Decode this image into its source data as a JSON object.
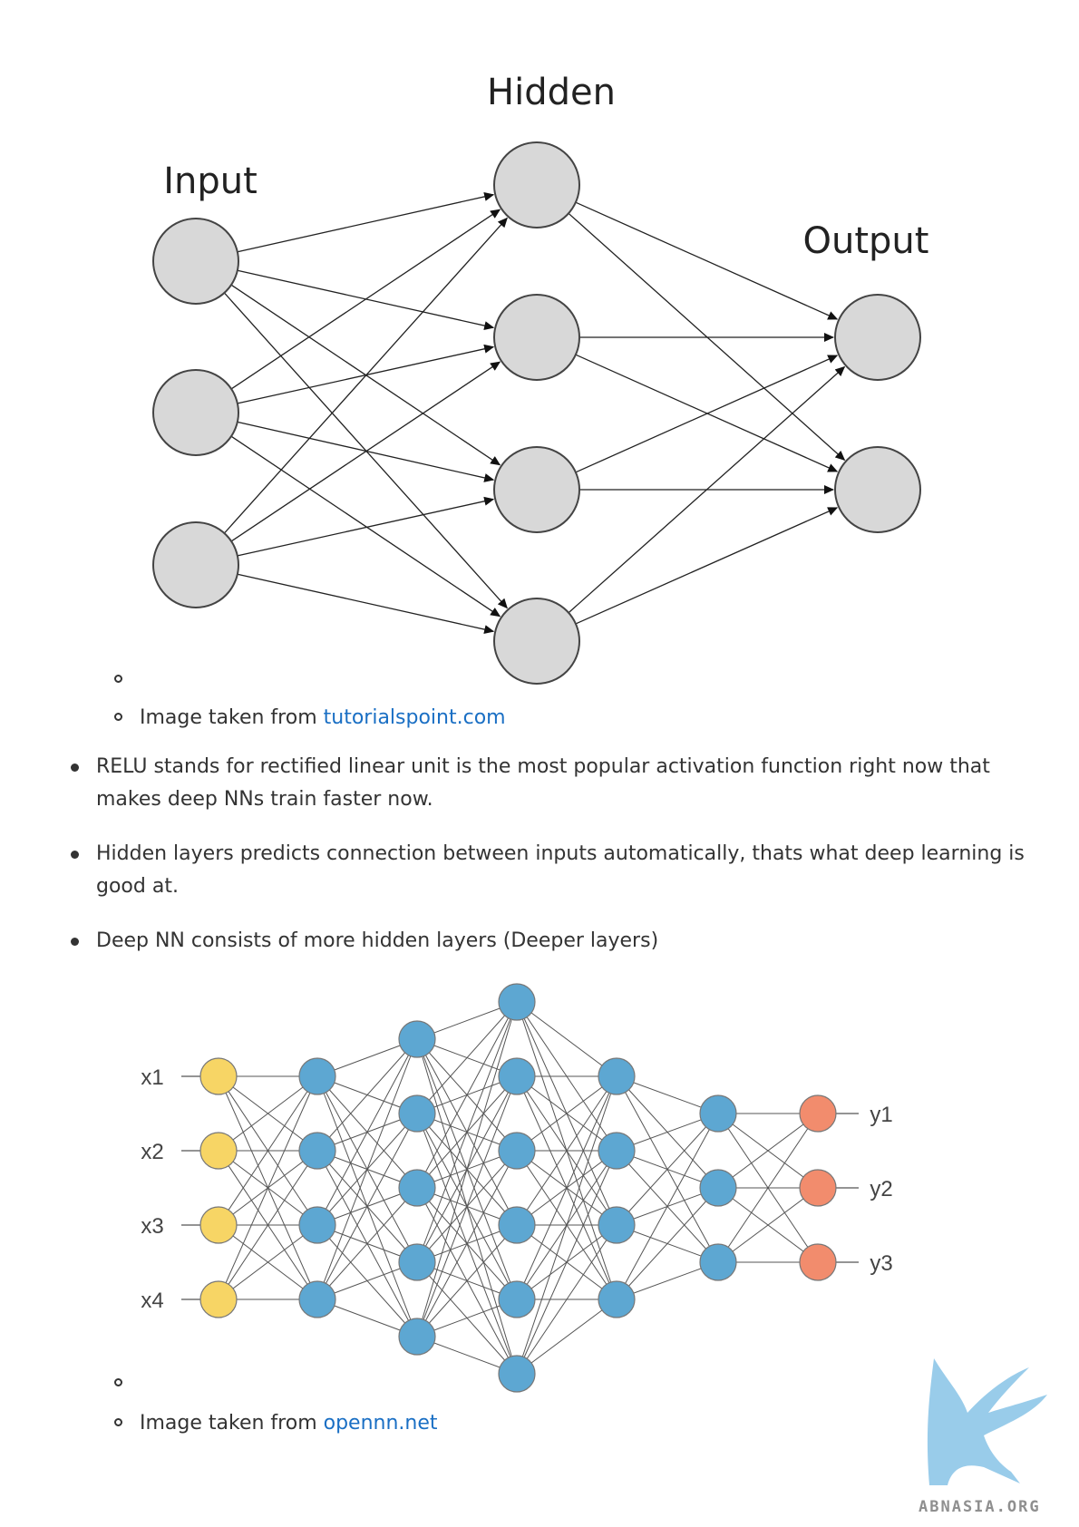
{
  "diagram1": {
    "labels": {
      "input": "Input",
      "hidden": "Hidden",
      "output": "Output"
    },
    "layers": [
      3,
      4,
      2
    ],
    "node_fill": "#d8d8d8",
    "node_stroke": "#444444"
  },
  "caption1": {
    "prefix": "Image taken from ",
    "link_text": "tutorialspoint.com"
  },
  "bullets": [
    "RELU stands for rectified linear unit is the most popular activation function right now that makes deep NNs train faster now.",
    "Hidden layers predicts connection between inputs automatically, thats what deep learning is good at.",
    "Deep NN consists of more hidden layers (Deeper layers)"
  ],
  "diagram2": {
    "input_labels": [
      "x1",
      "x2",
      "x3",
      "x4"
    ],
    "output_labels": [
      "y1",
      "y2",
      "y3"
    ],
    "layers": [
      4,
      4,
      5,
      6,
      4,
      3,
      3
    ],
    "colors": {
      "input": "#f7d565",
      "hidden": "#5da7d2",
      "output": "#f28c6d"
    }
  },
  "caption2": {
    "prefix": "Image taken from ",
    "link_text": "opennn.net"
  },
  "watermark": {
    "text": "ABNASIA.ORG"
  }
}
